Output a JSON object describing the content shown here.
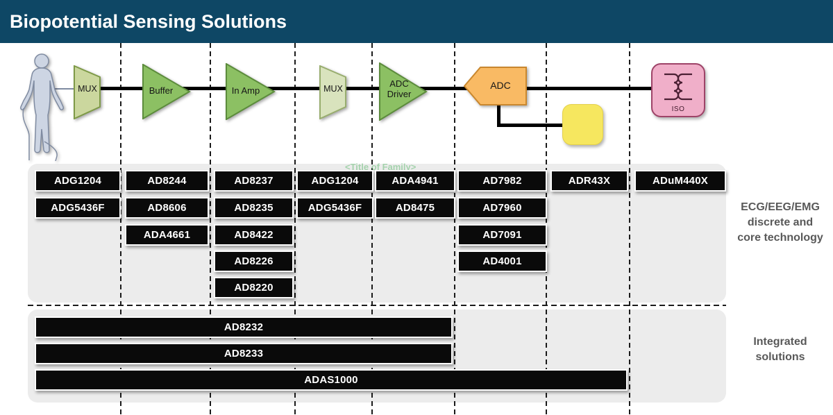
{
  "header": {
    "title": "Biopotential Sensing Solutions"
  },
  "chain": {
    "mux1": "MUX",
    "buffer": "Buffer",
    "in_amp": "In Amp",
    "mux2": "MUX",
    "adc_driver": "ADC\nDriver",
    "adc": "ADC",
    "iso": "ISO"
  },
  "watermark": "<Title of Family>",
  "discrete": {
    "label": "ECG/EEG/EMG\ndiscrete and\ncore technology",
    "columns": [
      {
        "items": [
          "ADG1204",
          "ADG5436F"
        ]
      },
      {
        "items": [
          "AD8244",
          "AD8606",
          "ADA4661"
        ]
      },
      {
        "items": [
          "AD8237",
          "AD8235",
          "AD8422",
          "AD8226",
          "AD8220"
        ]
      },
      {
        "items": [
          "ADG1204",
          "ADG5436F"
        ]
      },
      {
        "items": [
          "ADA4941",
          "AD8475"
        ]
      },
      {
        "items": [
          "AD7982",
          "AD7960",
          "AD7091",
          "AD4001"
        ]
      },
      {
        "items": [
          "ADR43X"
        ]
      },
      {
        "items": [
          "ADuM440X"
        ]
      }
    ]
  },
  "integrated": {
    "label": "Integrated\nsolutions",
    "bars": [
      "AD8232",
      "AD8233",
      "ADAS1000"
    ]
  },
  "colors": {
    "header_bg": "#0E4765",
    "panel_bg": "#ECECEC",
    "chip_bg": "#0A0A0A",
    "amp_green": "#8CC063",
    "mux_green": "#CBD79E",
    "mux_green_pale": "#D9E3BD",
    "adc_orange": "#F9BA64",
    "spi_yellow": "#F6E75F",
    "iso_pink": "#F0AFC9",
    "caption_gray": "#595959"
  }
}
